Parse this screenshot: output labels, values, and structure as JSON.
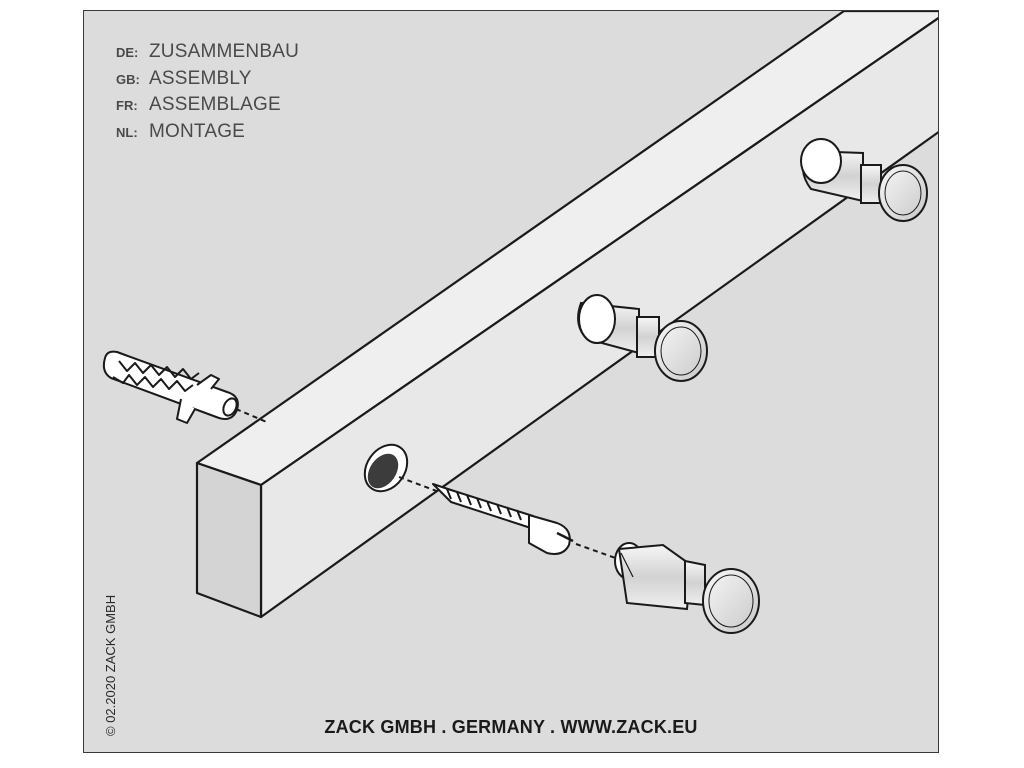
{
  "languages": [
    {
      "code": "DE:",
      "word": "ZUSAMMENBAU"
    },
    {
      "code": "GB:",
      "word": "ASSEMBLY"
    },
    {
      "code": "FR:",
      "word": "ASSEMBLAGE"
    },
    {
      "code": "NL:",
      "word": "MONTAGE"
    }
  ],
  "copyright": "© 02.2020 ZACK GMBH",
  "footer": "ZACK GMBH . GERMANY . WWW.ZACK.EU",
  "colors": {
    "background": "#dcdcdc",
    "rail_top": "#efefef",
    "rail_front": "#e6e6e6",
    "rail_end": "#d4d4d4",
    "line": "#1a1a1a"
  }
}
